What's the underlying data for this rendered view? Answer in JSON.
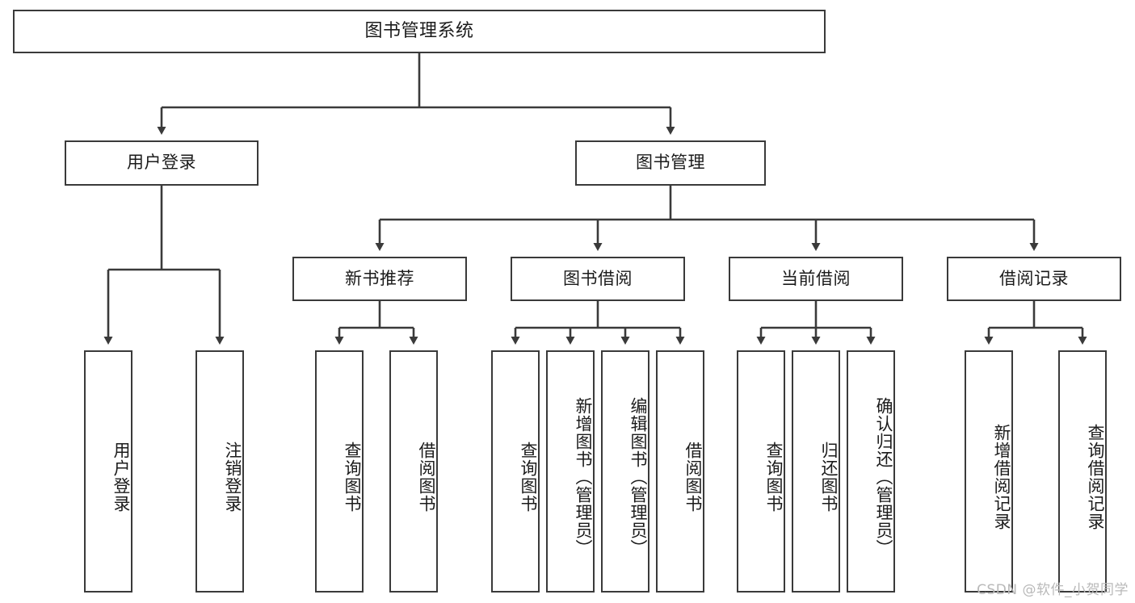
{
  "diagram": {
    "title": "图书管理系统",
    "type": "hierarchy-tree",
    "orientation": "top-down",
    "edge_style": "orthogonal-arrow",
    "colors": {
      "background": "#ffffff",
      "box_fill": "#ffffff",
      "box_stroke": "#3a3a3a",
      "edge_stroke": "#3a3a3a",
      "text": "#1b1b1b",
      "watermark": "#b9b9b9"
    }
  },
  "nodes": {
    "root": {
      "label": "图书管理系统",
      "level": 1,
      "text_direction": "horizontal"
    },
    "level2": [
      {
        "id": "user-login",
        "label": "用户登录",
        "text_direction": "horizontal"
      },
      {
        "id": "book-management",
        "label": "图书管理",
        "text_direction": "horizontal"
      }
    ],
    "level3": [
      {
        "id": "new-book-recommend",
        "label": "新书推荐",
        "text_direction": "horizontal"
      },
      {
        "id": "book-borrow",
        "label": "图书借阅",
        "text_direction": "horizontal"
      },
      {
        "id": "current-borrow",
        "label": "当前借阅",
        "text_direction": "horizontal"
      },
      {
        "id": "borrow-record",
        "label": "借阅记录",
        "text_direction": "horizontal"
      }
    ],
    "leaves": {
      "user_login": [
        {
          "id": "leaf-user-login",
          "label": "用户登录",
          "text_direction": "vertical"
        },
        {
          "id": "leaf-logout",
          "label": "注销登录",
          "text_direction": "vertical"
        }
      ],
      "new_book_recommend": [
        {
          "id": "leaf-query-book-1",
          "label": "查询图书",
          "text_direction": "vertical"
        },
        {
          "id": "leaf-borrow-book-1",
          "label": "借阅图书",
          "text_direction": "vertical"
        }
      ],
      "book_borrow": [
        {
          "id": "leaf-query-book-2",
          "label": "查询图书",
          "text_direction": "vertical"
        },
        {
          "id": "leaf-add-book",
          "label": "新增图书（管理员）",
          "text_direction": "vertical"
        },
        {
          "id": "leaf-edit-book",
          "label": "编辑图书（管理员）",
          "text_direction": "vertical"
        },
        {
          "id": "leaf-borrow-book-2",
          "label": "借阅图书",
          "text_direction": "vertical"
        }
      ],
      "current_borrow": [
        {
          "id": "leaf-query-book-3",
          "label": "查询图书",
          "text_direction": "vertical"
        },
        {
          "id": "leaf-return-book",
          "label": "归还图书",
          "text_direction": "vertical"
        },
        {
          "id": "leaf-confirm-return",
          "label": "确认归还（管理员）",
          "text_direction": "vertical"
        }
      ],
      "borrow_record": [
        {
          "id": "leaf-add-record",
          "label": "新增借阅记录",
          "text_direction": "vertical"
        },
        {
          "id": "leaf-query-record",
          "label": "查询借阅记录",
          "text_direction": "vertical"
        }
      ]
    }
  },
  "watermark": {
    "text": "CSDN @软件_小贺同学"
  }
}
